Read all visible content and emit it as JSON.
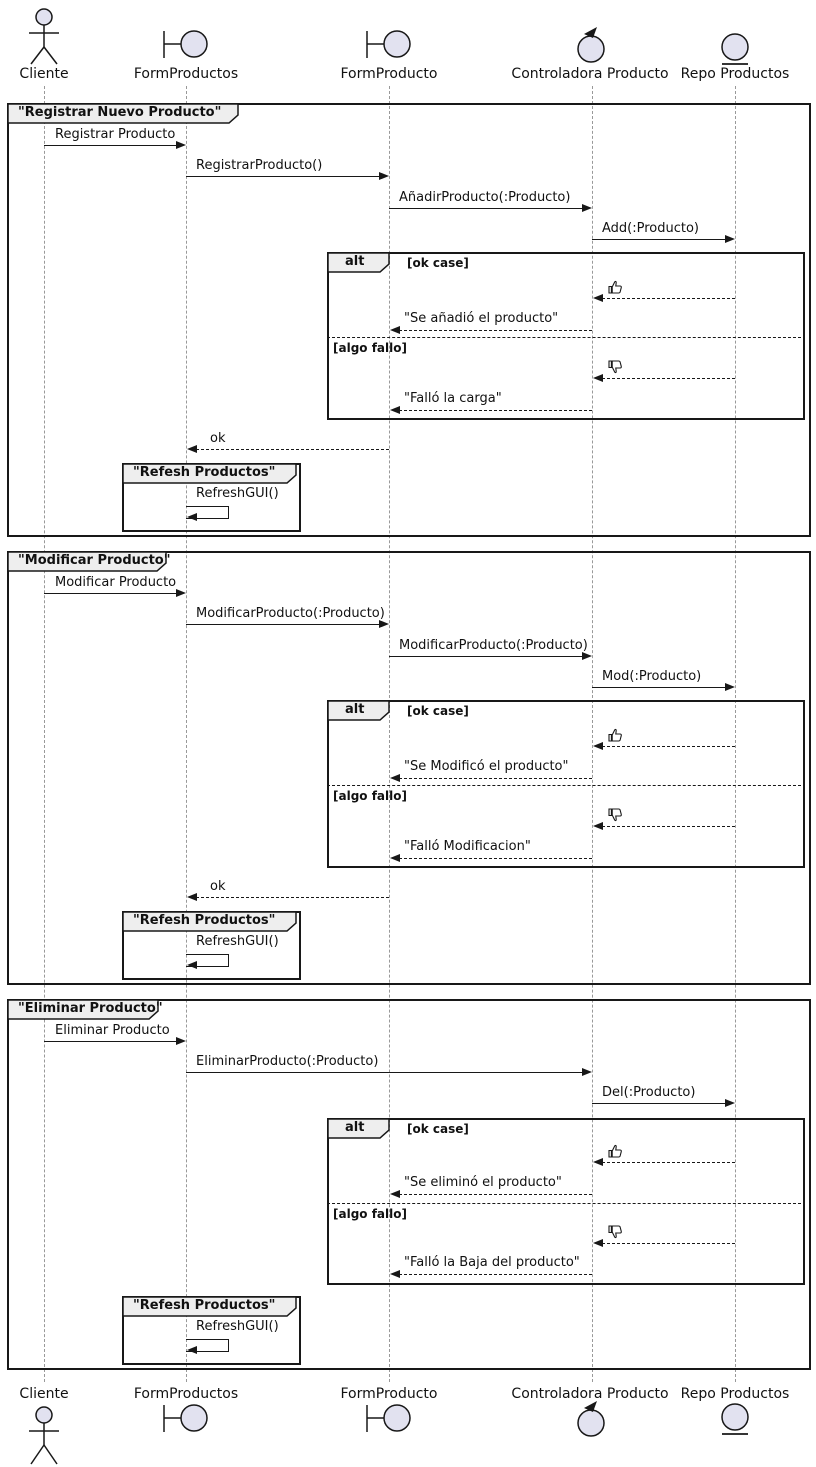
{
  "participants": [
    {
      "name": "Cliente",
      "type": "actor"
    },
    {
      "name": "FormProductos",
      "type": "boundary"
    },
    {
      "name": "FormProducto",
      "type": "boundary"
    },
    {
      "name": "Controladora Producto",
      "type": "control"
    },
    {
      "name": "Repo Productos",
      "type": "entity"
    }
  ],
  "frames": [
    {
      "title": "\"Registrar Nuevo Producto\"",
      "m1": "Registrar Producto",
      "m2": "RegistrarProducto()",
      "m3": "AñadirProducto(:Producto)",
      "m4": "Add(:Producto)",
      "alt": "alt",
      "guard_ok": "[ok case]",
      "guard_fail": "[algo fallo]",
      "ok_msg": "\"Se añadió el producto\"",
      "fail_msg": "\"Falló la carga\"",
      "return_msg": "ok",
      "refresh_title": "\"Refesh Productos\"",
      "refresh_msg": "RefreshGUI()"
    },
    {
      "title": "\"Modificar Producto\"",
      "m1": "Modificar Producto",
      "m2": "ModificarProducto(:Producto)",
      "m3": "ModificarProducto(:Producto)",
      "m4": "Mod(:Producto)",
      "alt": "alt",
      "guard_ok": "[ok case]",
      "guard_fail": "[algo fallo]",
      "ok_msg": "\"Se Modificó el producto\"",
      "fail_msg": "\"Falló Modificacion\"",
      "return_msg": "ok",
      "refresh_title": "\"Refesh Productos\"",
      "refresh_msg": "RefreshGUI()"
    },
    {
      "title": "\"Eliminar Producto\"",
      "m1": "Eliminar Producto",
      "m2": "EliminarProducto(:Producto)",
      "m3": "Del(:Producto)",
      "alt": "alt",
      "guard_ok": "[ok case]",
      "guard_fail": "[algo fallo]",
      "ok_msg": "\"Se eliminó el producto\"",
      "fail_msg": "\"Falló la Baja del producto\"",
      "refresh_title": "\"Refesh Productos\"",
      "refresh_msg": "RefreshGUI()"
    }
  ],
  "icons": {
    "thumb_up": "thumb-up (👍 ok result)",
    "thumb_down": "thumb-down (👎 fail result)"
  },
  "colors": {
    "participant_fill": "#E2E2F0",
    "frame_tab_fill": "#EEEEEE",
    "line": "#181818",
    "lifeline": "#999999"
  }
}
